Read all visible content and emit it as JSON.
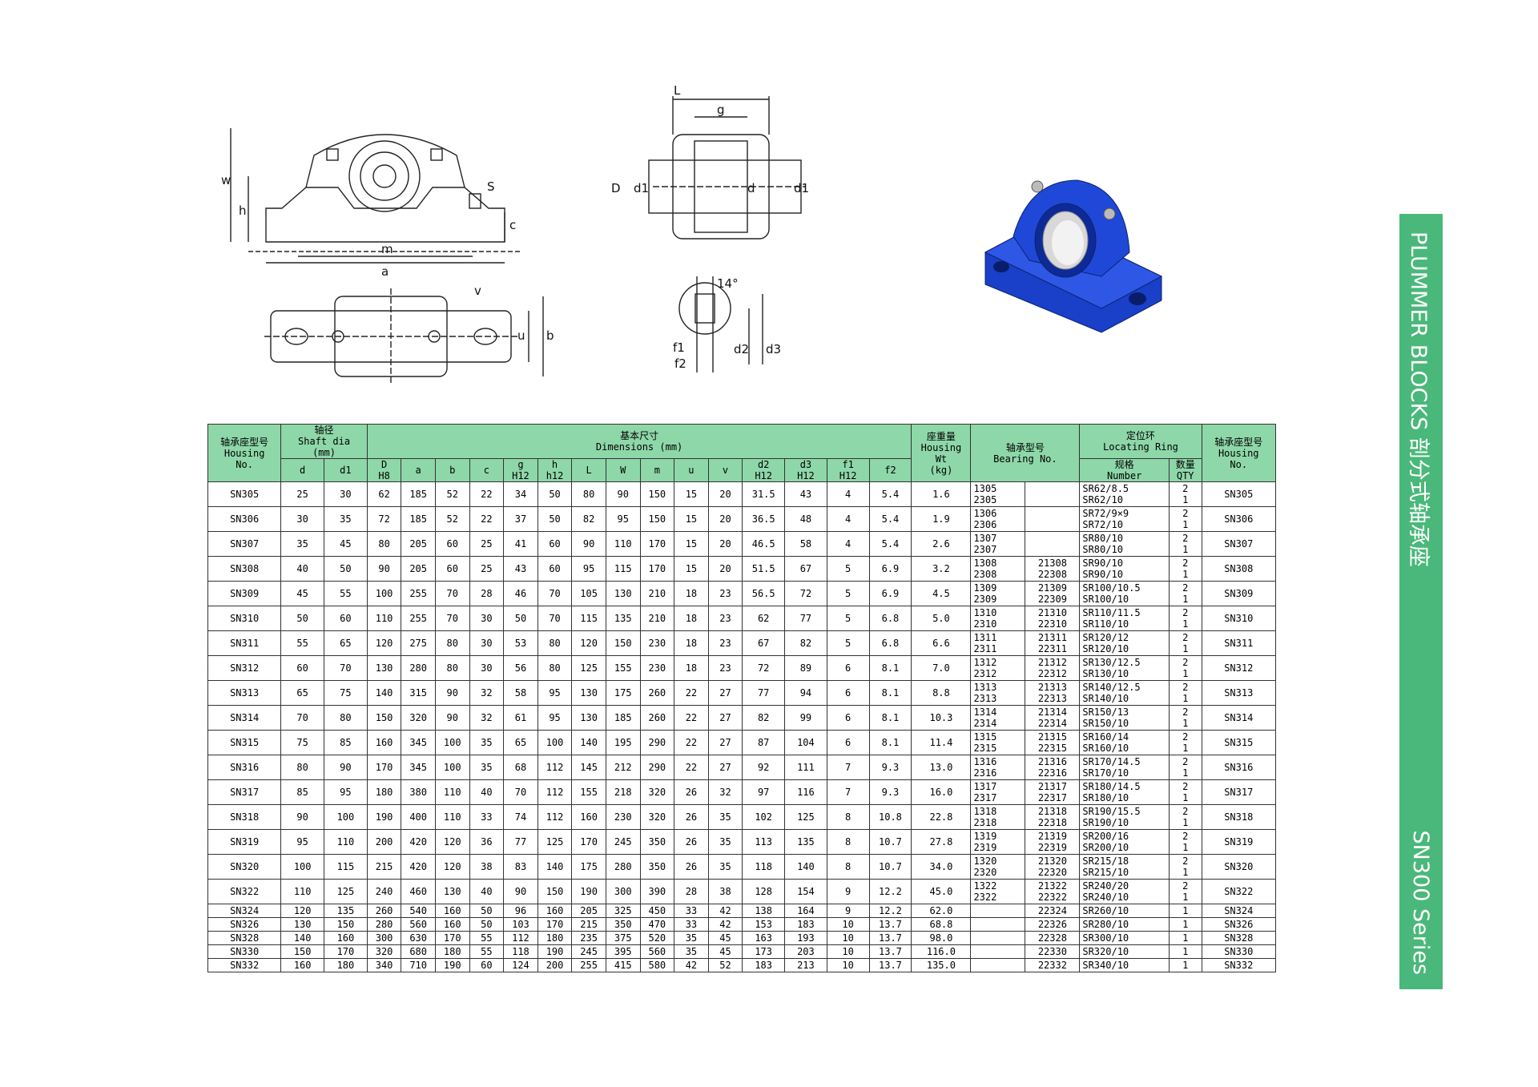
{
  "banner": {
    "title": "PLUMMER BLOCKS  剖分式轴承座",
    "series": "SN300  Series"
  },
  "drawing_labels": {
    "front": [
      "w",
      "h",
      "S",
      "c",
      "m",
      "a"
    ],
    "section": [
      "L",
      "g",
      "D",
      "d1",
      "d",
      "d1"
    ],
    "top": [
      "v",
      "u",
      "b"
    ],
    "ring": [
      "14°",
      "f1",
      "f2",
      "d2",
      "d3"
    ]
  },
  "colors": {
    "header": "#8ed7a9",
    "banner": "#4ab87a",
    "housing_blue": "#1a3fc8"
  },
  "table": {
    "head": {
      "housing": [
        "轴承座型号",
        "Housing",
        "No."
      ],
      "shaft": [
        "轴径",
        "Shaft dia",
        "(mm)"
      ],
      "dims": [
        "基本尺寸",
        "Dimensions  (mm)"
      ],
      "weight": [
        "座重量",
        "Housing",
        "Wt",
        "(kg)"
      ],
      "bearing": [
        "轴承型号",
        "Bearing No."
      ],
      "ring": [
        "定位环",
        "Locating Ring"
      ],
      "ring_spec": [
        "规格",
        "Number"
      ],
      "ring_qty": [
        "数量",
        "QTY"
      ],
      "housing_r": [
        "轴承座型号",
        "Housing",
        "No."
      ],
      "sub": [
        [
          "d"
        ],
        [
          "d1"
        ],
        [
          "D",
          "H8"
        ],
        [
          "a"
        ],
        [
          "b"
        ],
        [
          "c"
        ],
        [
          "g",
          "H12"
        ],
        [
          "h",
          "h12"
        ],
        [
          "L"
        ],
        [
          "W"
        ],
        [
          "m"
        ],
        [
          "u"
        ],
        [
          "v"
        ],
        [
          "d2",
          "H12"
        ],
        [
          "d3",
          "H12"
        ],
        [
          "f1",
          "H12"
        ],
        [
          "f2"
        ]
      ]
    },
    "rows": [
      {
        "no": "SN305",
        "d": "25",
        "d1": "30",
        "D": "62",
        "a": "185",
        "b": "52",
        "c": "22",
        "g": "34",
        "h": "50",
        "L": "80",
        "W": "90",
        "m": "150",
        "u": "15",
        "v": "20",
        "d2": "31.5",
        "d3": "43",
        "f1": "4",
        "f2": "5.4",
        "wt": "1.6",
        "b1": [
          "1305",
          "2305"
        ],
        "b2": [
          "",
          ""
        ],
        "rn": [
          "SR62/8.5",
          "SR62/10"
        ],
        "rq": [
          "2",
          "1"
        ]
      },
      {
        "no": "SN306",
        "d": "30",
        "d1": "35",
        "D": "72",
        "a": "185",
        "b": "52",
        "c": "22",
        "g": "37",
        "h": "50",
        "L": "82",
        "W": "95",
        "m": "150",
        "u": "15",
        "v": "20",
        "d2": "36.5",
        "d3": "48",
        "f1": "4",
        "f2": "5.4",
        "wt": "1.9",
        "b1": [
          "1306",
          "2306"
        ],
        "b2": [
          "",
          ""
        ],
        "rn": [
          "SR72/9×9",
          "SR72/10"
        ],
        "rq": [
          "2",
          "1"
        ]
      },
      {
        "no": "SN307",
        "d": "35",
        "d1": "45",
        "D": "80",
        "a": "205",
        "b": "60",
        "c": "25",
        "g": "41",
        "h": "60",
        "L": "90",
        "W": "110",
        "m": "170",
        "u": "15",
        "v": "20",
        "d2": "46.5",
        "d3": "58",
        "f1": "4",
        "f2": "5.4",
        "wt": "2.6",
        "b1": [
          "1307",
          "2307"
        ],
        "b2": [
          "",
          ""
        ],
        "rn": [
          "SR80/10",
          "SR80/10"
        ],
        "rq": [
          "2",
          "1"
        ]
      },
      {
        "no": "SN308",
        "d": "40",
        "d1": "50",
        "D": "90",
        "a": "205",
        "b": "60",
        "c": "25",
        "g": "43",
        "h": "60",
        "L": "95",
        "W": "115",
        "m": "170",
        "u": "15",
        "v": "20",
        "d2": "51.5",
        "d3": "67",
        "f1": "5",
        "f2": "6.9",
        "wt": "3.2",
        "b1": [
          "1308",
          "2308"
        ],
        "b2": [
          "21308",
          "22308"
        ],
        "rn": [
          "SR90/10",
          "SR90/10"
        ],
        "rq": [
          "2",
          "1"
        ]
      },
      {
        "no": "SN309",
        "d": "45",
        "d1": "55",
        "D": "100",
        "a": "255",
        "b": "70",
        "c": "28",
        "g": "46",
        "h": "70",
        "L": "105",
        "W": "130",
        "m": "210",
        "u": "18",
        "v": "23",
        "d2": "56.5",
        "d3": "72",
        "f1": "5",
        "f2": "6.9",
        "wt": "4.5",
        "b1": [
          "1309",
          "2309"
        ],
        "b2": [
          "21309",
          "22309"
        ],
        "rn": [
          "SR100/10.5",
          "SR100/10"
        ],
        "rq": [
          "2",
          "1"
        ]
      },
      {
        "no": "SN310",
        "d": "50",
        "d1": "60",
        "D": "110",
        "a": "255",
        "b": "70",
        "c": "30",
        "g": "50",
        "h": "70",
        "L": "115",
        "W": "135",
        "m": "210",
        "u": "18",
        "v": "23",
        "d2": "62",
        "d3": "77",
        "f1": "5",
        "f2": "6.8",
        "wt": "5.0",
        "b1": [
          "1310",
          "2310"
        ],
        "b2": [
          "21310",
          "22310"
        ],
        "rn": [
          "SR110/11.5",
          "SR110/10"
        ],
        "rq": [
          "2",
          "1"
        ]
      },
      {
        "no": "SN311",
        "d": "55",
        "d1": "65",
        "D": "120",
        "a": "275",
        "b": "80",
        "c": "30",
        "g": "53",
        "h": "80",
        "L": "120",
        "W": "150",
        "m": "230",
        "u": "18",
        "v": "23",
        "d2": "67",
        "d3": "82",
        "f1": "5",
        "f2": "6.8",
        "wt": "6.6",
        "b1": [
          "1311",
          "2311"
        ],
        "b2": [
          "21311",
          "22311"
        ],
        "rn": [
          "SR120/12",
          "SR120/10"
        ],
        "rq": [
          "2",
          "1"
        ]
      },
      {
        "no": "SN312",
        "d": "60",
        "d1": "70",
        "D": "130",
        "a": "280",
        "b": "80",
        "c": "30",
        "g": "56",
        "h": "80",
        "L": "125",
        "W": "155",
        "m": "230",
        "u": "18",
        "v": "23",
        "d2": "72",
        "d3": "89",
        "f1": "6",
        "f2": "8.1",
        "wt": "7.0",
        "b1": [
          "1312",
          "2312"
        ],
        "b2": [
          "21312",
          "22312"
        ],
        "rn": [
          "SR130/12.5",
          "SR130/10"
        ],
        "rq": [
          "2",
          "1"
        ]
      },
      {
        "no": "SN313",
        "d": "65",
        "d1": "75",
        "D": "140",
        "a": "315",
        "b": "90",
        "c": "32",
        "g": "58",
        "h": "95",
        "L": "130",
        "W": "175",
        "m": "260",
        "u": "22",
        "v": "27",
        "d2": "77",
        "d3": "94",
        "f1": "6",
        "f2": "8.1",
        "wt": "8.8",
        "b1": [
          "1313",
          "2313"
        ],
        "b2": [
          "21313",
          "22313"
        ],
        "rn": [
          "SR140/12.5",
          "SR140/10"
        ],
        "rq": [
          "2",
          "1"
        ]
      },
      {
        "no": "SN314",
        "d": "70",
        "d1": "80",
        "D": "150",
        "a": "320",
        "b": "90",
        "c": "32",
        "g": "61",
        "h": "95",
        "L": "130",
        "W": "185",
        "m": "260",
        "u": "22",
        "v": "27",
        "d2": "82",
        "d3": "99",
        "f1": "6",
        "f2": "8.1",
        "wt": "10.3",
        "b1": [
          "1314",
          "2314"
        ],
        "b2": [
          "21314",
          "22314"
        ],
        "rn": [
          "SR150/13",
          "SR150/10"
        ],
        "rq": [
          "2",
          "1"
        ]
      },
      {
        "no": "SN315",
        "d": "75",
        "d1": "85",
        "D": "160",
        "a": "345",
        "b": "100",
        "c": "35",
        "g": "65",
        "h": "100",
        "L": "140",
        "W": "195",
        "m": "290",
        "u": "22",
        "v": "27",
        "d2": "87",
        "d3": "104",
        "f1": "6",
        "f2": "8.1",
        "wt": "11.4",
        "b1": [
          "1315",
          "2315"
        ],
        "b2": [
          "21315",
          "22315"
        ],
        "rn": [
          "SR160/14",
          "SR160/10"
        ],
        "rq": [
          "2",
          "1"
        ]
      },
      {
        "no": "SN316",
        "d": "80",
        "d1": "90",
        "D": "170",
        "a": "345",
        "b": "100",
        "c": "35",
        "g": "68",
        "h": "112",
        "L": "145",
        "W": "212",
        "m": "290",
        "u": "22",
        "v": "27",
        "d2": "92",
        "d3": "111",
        "f1": "7",
        "f2": "9.3",
        "wt": "13.0",
        "b1": [
          "1316",
          "2316"
        ],
        "b2": [
          "21316",
          "22316"
        ],
        "rn": [
          "SR170/14.5",
          "SR170/10"
        ],
        "rq": [
          "2",
          "1"
        ]
      },
      {
        "no": "SN317",
        "d": "85",
        "d1": "95",
        "D": "180",
        "a": "380",
        "b": "110",
        "c": "40",
        "g": "70",
        "h": "112",
        "L": "155",
        "W": "218",
        "m": "320",
        "u": "26",
        "v": "32",
        "d2": "97",
        "d3": "116",
        "f1": "7",
        "f2": "9.3",
        "wt": "16.0",
        "b1": [
          "1317",
          "2317"
        ],
        "b2": [
          "21317",
          "22317"
        ],
        "rn": [
          "SR180/14.5",
          "SR180/10"
        ],
        "rq": [
          "2",
          "1"
        ]
      },
      {
        "no": "SN318",
        "d": "90",
        "d1": "100",
        "D": "190",
        "a": "400",
        "b": "110",
        "c": "33",
        "g": "74",
        "h": "112",
        "L": "160",
        "W": "230",
        "m": "320",
        "u": "26",
        "v": "35",
        "d2": "102",
        "d3": "125",
        "f1": "8",
        "f2": "10.8",
        "wt": "22.8",
        "b1": [
          "1318",
          "2318"
        ],
        "b2": [
          "21318",
          "22318"
        ],
        "rn": [
          "SR190/15.5",
          "SR190/10"
        ],
        "rq": [
          "2",
          "1"
        ]
      },
      {
        "no": "SN319",
        "d": "95",
        "d1": "110",
        "D": "200",
        "a": "420",
        "b": "120",
        "c": "36",
        "g": "77",
        "h": "125",
        "L": "170",
        "W": "245",
        "m": "350",
        "u": "26",
        "v": "35",
        "d2": "113",
        "d3": "135",
        "f1": "8",
        "f2": "10.7",
        "wt": "27.8",
        "b1": [
          "1319",
          "2319"
        ],
        "b2": [
          "21319",
          "22319"
        ],
        "rn": [
          "SR200/16",
          "SR200/10"
        ],
        "rq": [
          "2",
          "1"
        ]
      },
      {
        "no": "SN320",
        "d": "100",
        "d1": "115",
        "D": "215",
        "a": "420",
        "b": "120",
        "c": "38",
        "g": "83",
        "h": "140",
        "L": "175",
        "W": "280",
        "m": "350",
        "u": "26",
        "v": "35",
        "d2": "118",
        "d3": "140",
        "f1": "8",
        "f2": "10.7",
        "wt": "34.0",
        "b1": [
          "1320",
          "2320"
        ],
        "b2": [
          "21320",
          "22320"
        ],
        "rn": [
          "SR215/18",
          "SR215/10"
        ],
        "rq": [
          "2",
          "1"
        ]
      },
      {
        "no": "SN322",
        "d": "110",
        "d1": "125",
        "D": "240",
        "a": "460",
        "b": "130",
        "c": "40",
        "g": "90",
        "h": "150",
        "L": "190",
        "W": "300",
        "m": "390",
        "u": "28",
        "v": "38",
        "d2": "128",
        "d3": "154",
        "f1": "9",
        "f2": "12.2",
        "wt": "45.0",
        "b1": [
          "1322",
          "2322"
        ],
        "b2": [
          "21322",
          "22322"
        ],
        "rn": [
          "SR240/20",
          "SR240/10"
        ],
        "rq": [
          "2",
          "1"
        ]
      },
      {
        "no": "SN324",
        "d": "120",
        "d1": "135",
        "D": "260",
        "a": "540",
        "b": "160",
        "c": "50",
        "g": "96",
        "h": "160",
        "L": "205",
        "W": "325",
        "m": "450",
        "u": "33",
        "v": "42",
        "d2": "138",
        "d3": "164",
        "f1": "9",
        "f2": "12.2",
        "wt": "62.0",
        "b1": [
          ""
        ],
        "b2": [
          "22324"
        ],
        "rn": [
          "SR260/10"
        ],
        "rq": [
          "1"
        ]
      },
      {
        "no": "SN326",
        "d": "130",
        "d1": "150",
        "D": "280",
        "a": "560",
        "b": "160",
        "c": "50",
        "g": "103",
        "h": "170",
        "L": "215",
        "W": "350",
        "m": "470",
        "u": "33",
        "v": "42",
        "d2": "153",
        "d3": "183",
        "f1": "10",
        "f2": "13.7",
        "wt": "68.8",
        "b1": [
          ""
        ],
        "b2": [
          "22326"
        ],
        "rn": [
          "SR280/10"
        ],
        "rq": [
          "1"
        ]
      },
      {
        "no": "SN328",
        "d": "140",
        "d1": "160",
        "D": "300",
        "a": "630",
        "b": "170",
        "c": "55",
        "g": "112",
        "h": "180",
        "L": "235",
        "W": "375",
        "m": "520",
        "u": "35",
        "v": "45",
        "d2": "163",
        "d3": "193",
        "f1": "10",
        "f2": "13.7",
        "wt": "98.0",
        "b1": [
          ""
        ],
        "b2": [
          "22328"
        ],
        "rn": [
          "SR300/10"
        ],
        "rq": [
          "1"
        ]
      },
      {
        "no": "SN330",
        "d": "150",
        "d1": "170",
        "D": "320",
        "a": "680",
        "b": "180",
        "c": "55",
        "g": "118",
        "h": "190",
        "L": "245",
        "W": "395",
        "m": "560",
        "u": "35",
        "v": "45",
        "d2": "173",
        "d3": "203",
        "f1": "10",
        "f2": "13.7",
        "wt": "116.0",
        "b1": [
          ""
        ],
        "b2": [
          "22330"
        ],
        "rn": [
          "SR320/10"
        ],
        "rq": [
          "1"
        ]
      },
      {
        "no": "SN332",
        "d": "160",
        "d1": "180",
        "D": "340",
        "a": "710",
        "b": "190",
        "c": "60",
        "g": "124",
        "h": "200",
        "L": "255",
        "W": "415",
        "m": "580",
        "u": "42",
        "v": "52",
        "d2": "183",
        "d3": "213",
        "f1": "10",
        "f2": "13.7",
        "wt": "135.0",
        "b1": [
          ""
        ],
        "b2": [
          "22332"
        ],
        "rn": [
          "SR340/10"
        ],
        "rq": [
          "1"
        ]
      }
    ]
  }
}
